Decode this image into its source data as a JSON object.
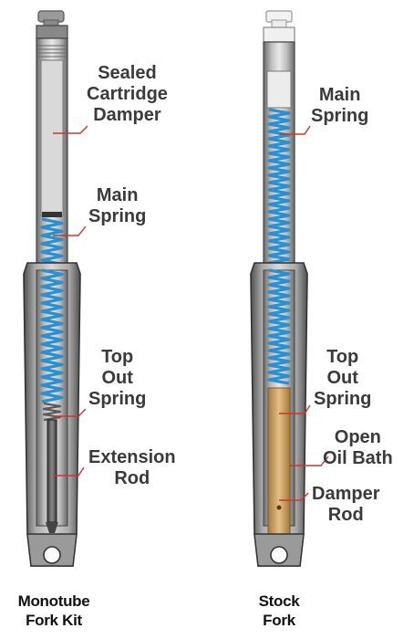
{
  "colors": {
    "spring": "#2c8fd0",
    "leader": "#d0342c",
    "metal_dark": "#6e6e6e",
    "metal_light": "#cfcfcf",
    "brass": "#c99a50"
  },
  "left_fork": {
    "caption": [
      "Monotube",
      "Fork Kit"
    ],
    "labels": {
      "sealed_cartridge": [
        "Sealed",
        "Cartridge",
        "Damper"
      ],
      "main_spring": [
        "Main",
        "Spring"
      ],
      "top_out_spring": [
        "Top",
        "Out",
        "Spring"
      ],
      "extension_rod": [
        "Extension",
        "Rod"
      ]
    }
  },
  "right_fork": {
    "caption": [
      "Stock",
      "Fork"
    ],
    "labels": {
      "main_spring": [
        "Main",
        "Spring"
      ],
      "top_out_spring": [
        "Top",
        "Out",
        "Spring"
      ],
      "open_oil_bath": [
        "Open",
        "Oil Bath"
      ],
      "damper_rod": [
        "Damper",
        "Rod"
      ]
    }
  }
}
